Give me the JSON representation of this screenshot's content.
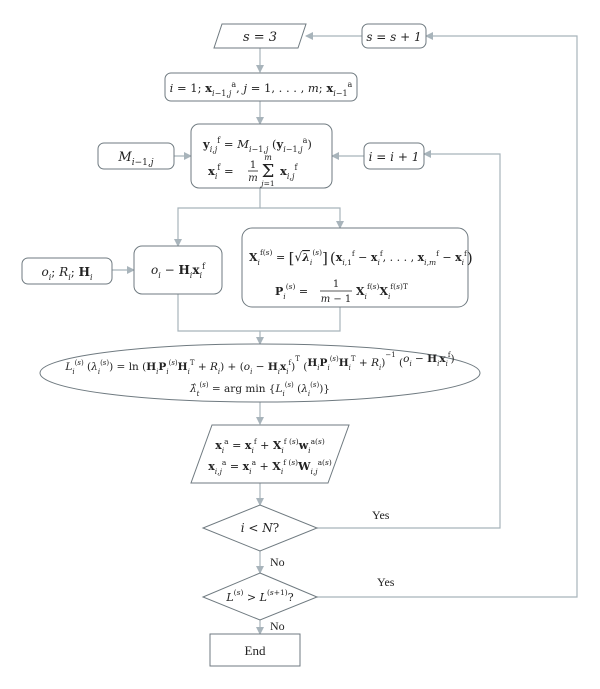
{
  "nodes": {
    "s_start": "s = 3",
    "s_inc": "s = s + 1",
    "init": "i = 1; x^a_{i−1,j}, j = 1, . . . , m; x^a_{i−1}",
    "M_input": "M_{i−1,j}",
    "forecast_line1": "y^f_{i,j} = M_{i−1,j} (y^a_{i−1,j})",
    "forecast_line2": "x^f_i = (1/m) Σ_{j=1}^{m} x^f_{i,j}",
    "i_inc": "i = i + 1",
    "obs_input": "o_i; R_i; H_i",
    "innovation": "o_i − H_i x^f_i",
    "ensemble_line1": "X^{f(s)}_i = [√λ^{(s)}_i] (x^f_{i,1} − x^f_i, . . . , x^f_{i,m} − x^f_i)",
    "ensemble_line2": "P^{(s)}_i = (1/(m − 1)) X^{f(s)}_i X^{f(s)T}_i",
    "likelihood_line1": "L^{(s)}_i(λ^{(s)}_i) = ln(H_i P^{(s)}_i H^T_i + R_i) + (o_i − H_i x^f_i)^T (H_i P^{(s)}_i H^T_i + R_i)^{−1} (o_i − H_i x^f_i)",
    "likelihood_line2": "λ̂_t^{(s)} = arg min {L^{(s)}_i(λ^{(s)}_i)}",
    "analysis_line1": "x^a_i = x^f_i + X^{f(s)}_i w^{a(s)}_i",
    "analysis_line2": "x^a_{i,j} = x^a_i + X^{f(s)}_i W^{a(s)}_{i,j}",
    "decision1": "i < N?",
    "decision2": "L^{(s)} > L^{(s+1)}?",
    "end": "End"
  },
  "edge_labels": {
    "yes1": "Yes",
    "no1": "No",
    "yes2": "Yes",
    "no2": "No"
  }
}
